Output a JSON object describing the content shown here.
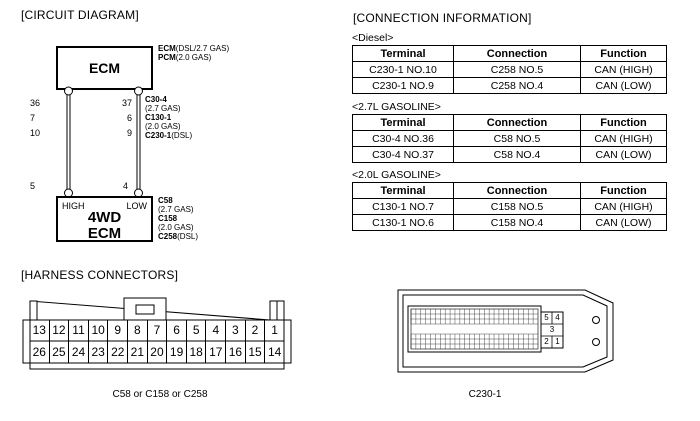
{
  "sections": {
    "circuit_title": "[CIRCUIT DIAGRAM]",
    "connection_title": "[CONNECTION INFORMATION]",
    "harness_title": "[HARNESS CONNECTORS]"
  },
  "circuit": {
    "ecm_box": "ECM",
    "ecm_note1_bold": "ECM",
    "ecm_note1": "(DSL/2.7 GAS)",
    "ecm_note2_bold": "PCM",
    "ecm_note2": "(2.0 GAS)",
    "left_pins": [
      "36",
      "7",
      "10"
    ],
    "right_pins": [
      "37",
      "6",
      "9"
    ],
    "connector_labels": [
      {
        "bold": "C30-4",
        "note": "(2.7 GAS)"
      },
      {
        "bold": "C130-1",
        "note": "(2.0 GAS)"
      },
      {
        "bold": "C230-1",
        "note": "(DSL)"
      }
    ],
    "pin_left_bottom": "5",
    "pin_right_bottom": "4",
    "high_label": "HIGH",
    "low_label": "LOW",
    "ecm4wd_line1": "4WD",
    "ecm4wd_line2": "ECM",
    "bottom_connector_labels": [
      {
        "bold": "C58",
        "note": ""
      },
      {
        "bold": "",
        "note": "(2.7 GAS)"
      },
      {
        "bold": "C158",
        "note": ""
      },
      {
        "bold": "",
        "note": "(2.0 GAS)"
      },
      {
        "bold": "C258",
        "note": "(DSL)"
      }
    ]
  },
  "connection_info": {
    "headers": [
      "Terminal",
      "Connection",
      "Function"
    ],
    "groups": [
      {
        "label": "<Diesel>",
        "rows": [
          [
            "C230-1 NO.10",
            "C258 NO.5",
            "CAN (HIGH)"
          ],
          [
            "C230-1 NO.9",
            "C258 NO.4",
            "CAN (LOW)"
          ]
        ]
      },
      {
        "label": "<2.7L GASOLINE>",
        "rows": [
          [
            "C30-4 NO.36",
            "C58 NO.5",
            "CAN (HIGH)"
          ],
          [
            "C30-4 NO.37",
            "C58 NO.4",
            "CAN (LOW)"
          ]
        ]
      },
      {
        "label": "<2.0L GASOLINE>",
        "rows": [
          [
            "C130-1 NO.7",
            "C158 NO.5",
            "CAN (HIGH)"
          ],
          [
            "C130-1 NO.6",
            "C158 NO.4",
            "CAN (LOW)"
          ]
        ]
      }
    ]
  },
  "harness": {
    "connector1_top": [
      "13",
      "12",
      "11",
      "10",
      "9",
      "8",
      "7",
      "6",
      "5",
      "4",
      "3",
      "2",
      "1"
    ],
    "connector1_bottom": [
      "26",
      "25",
      "24",
      "23",
      "22",
      "21",
      "20",
      "19",
      "18",
      "17",
      "16",
      "15",
      "14"
    ],
    "connector1_caption": "C58 or C158 or C258",
    "connector2_caption": "C230-1",
    "connector2_side_top": [
      "5",
      "4"
    ],
    "connector2_side_mid": [
      "3"
    ],
    "connector2_side_bottom": [
      "2",
      "1"
    ]
  }
}
